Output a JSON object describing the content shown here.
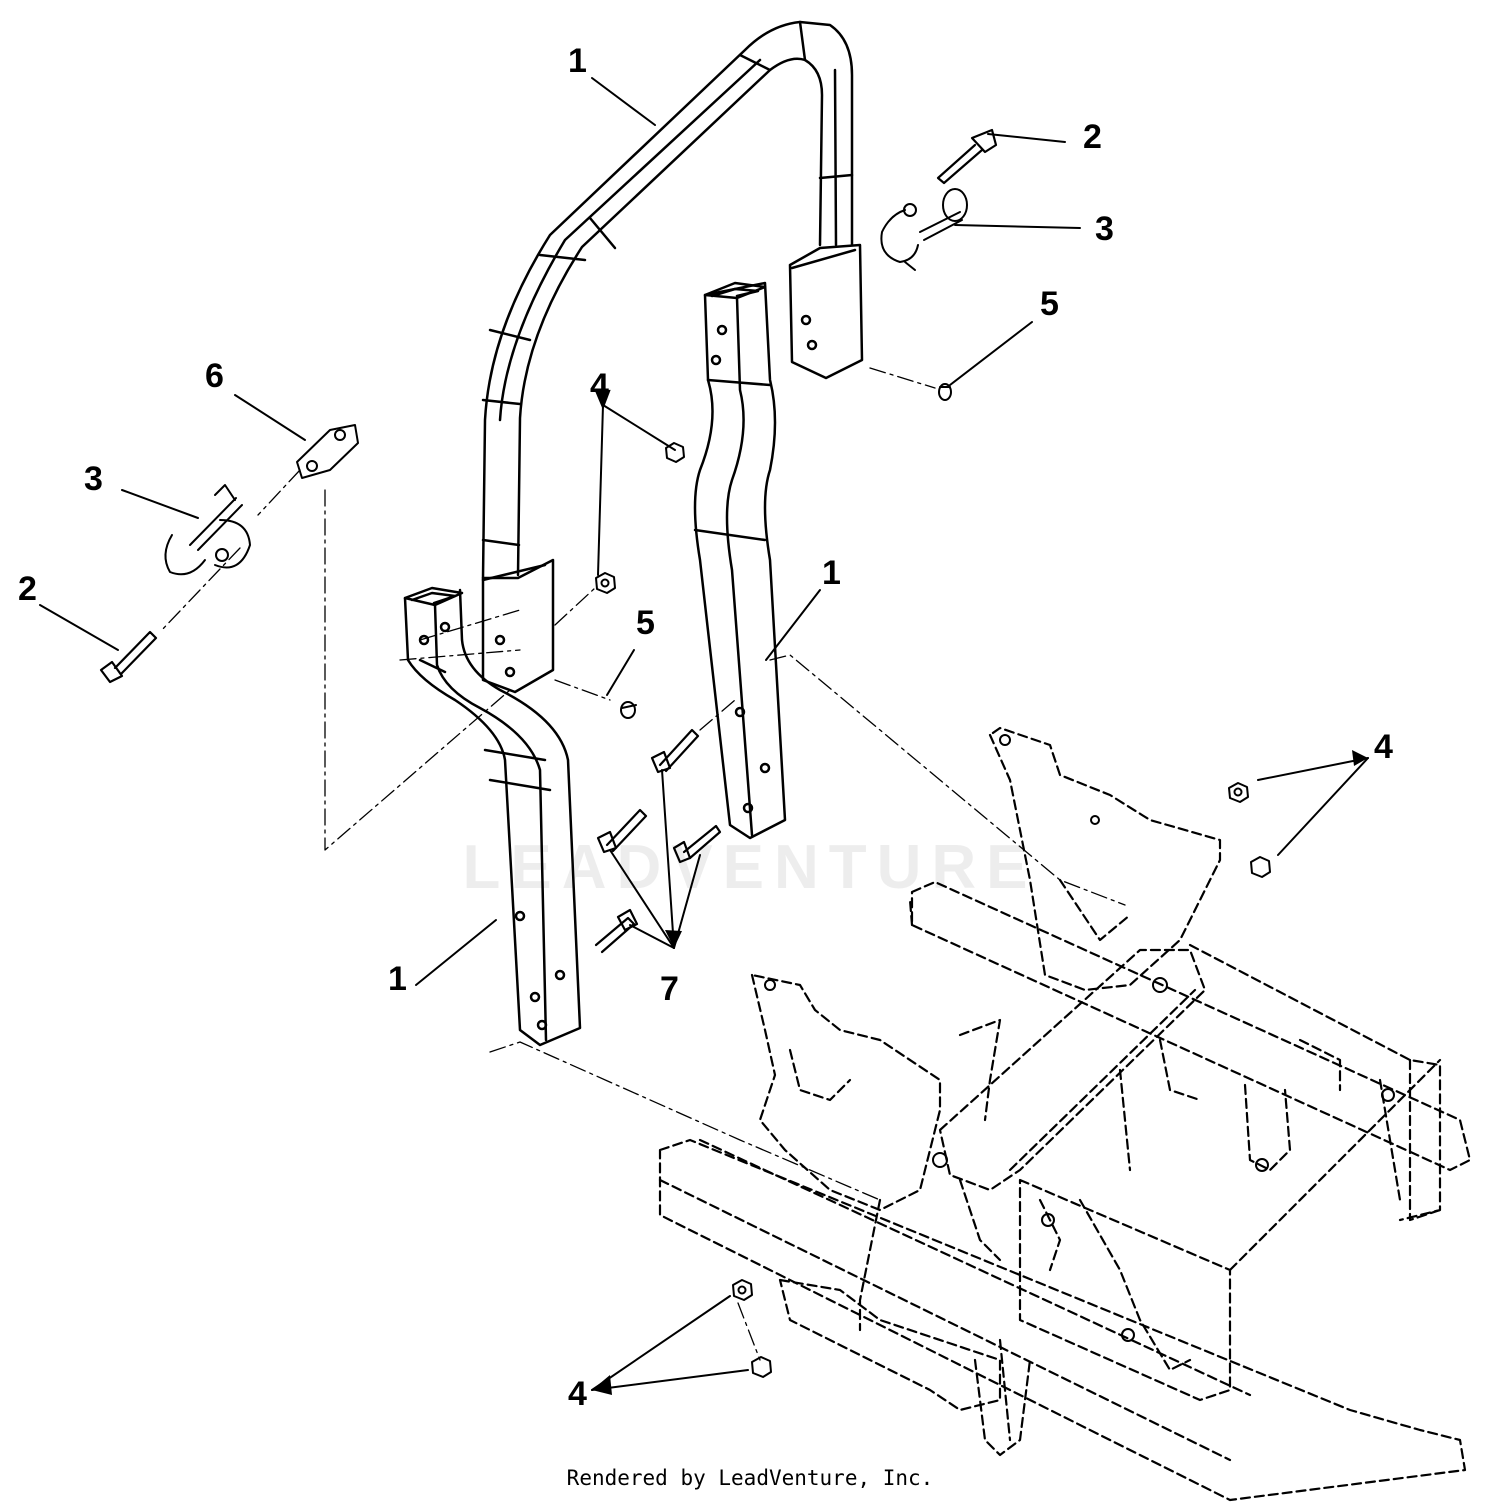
{
  "callouts": {
    "c1_top": "1",
    "c1_right": "1",
    "c1_left": "1",
    "c2_right": "2",
    "c2_left": "2",
    "c3_right": "3",
    "c3_left": "3",
    "c4_center": "4",
    "c4_right": "4",
    "c4_bottom": "4",
    "c5_right": "5",
    "c5_center": "5",
    "c6": "6",
    "c7": "7"
  },
  "watermark": "LEADVENTURE",
  "footer": "Rendered by LeadVenture, Inc."
}
